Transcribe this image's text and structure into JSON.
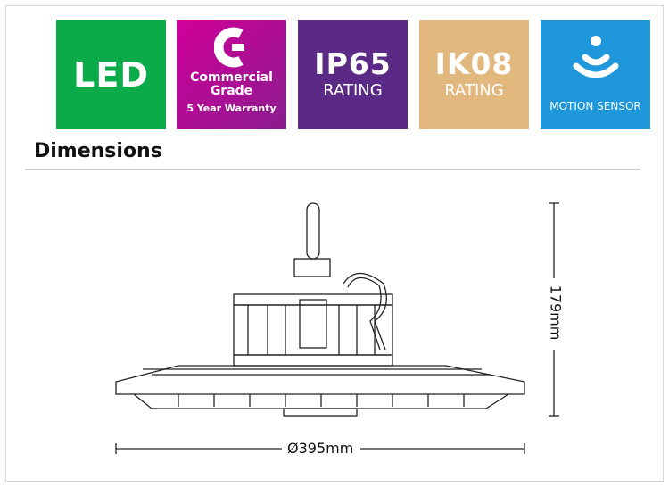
{
  "badges": [
    {
      "label": "LED",
      "color": "#0aab48"
    },
    {
      "label": "Commercial Grade",
      "line1": "Commercial",
      "line2": "Grade",
      "sub": "5 Year Warranty",
      "icon": "commercial-grade-c-logo",
      "color": "#b0139a"
    },
    {
      "label": "IP65",
      "sub": "RATING",
      "color": "#5b2a86"
    },
    {
      "label": "IK08",
      "sub": "RATING",
      "color": "#e2b87e"
    },
    {
      "label": "MOTION SENSOR",
      "icon": "motion-sensor-icon",
      "color": "#1e97db"
    }
  ],
  "section": {
    "title": "Dimensions"
  },
  "dimensions": {
    "height": "179mm",
    "diameter": "Ø395mm"
  }
}
